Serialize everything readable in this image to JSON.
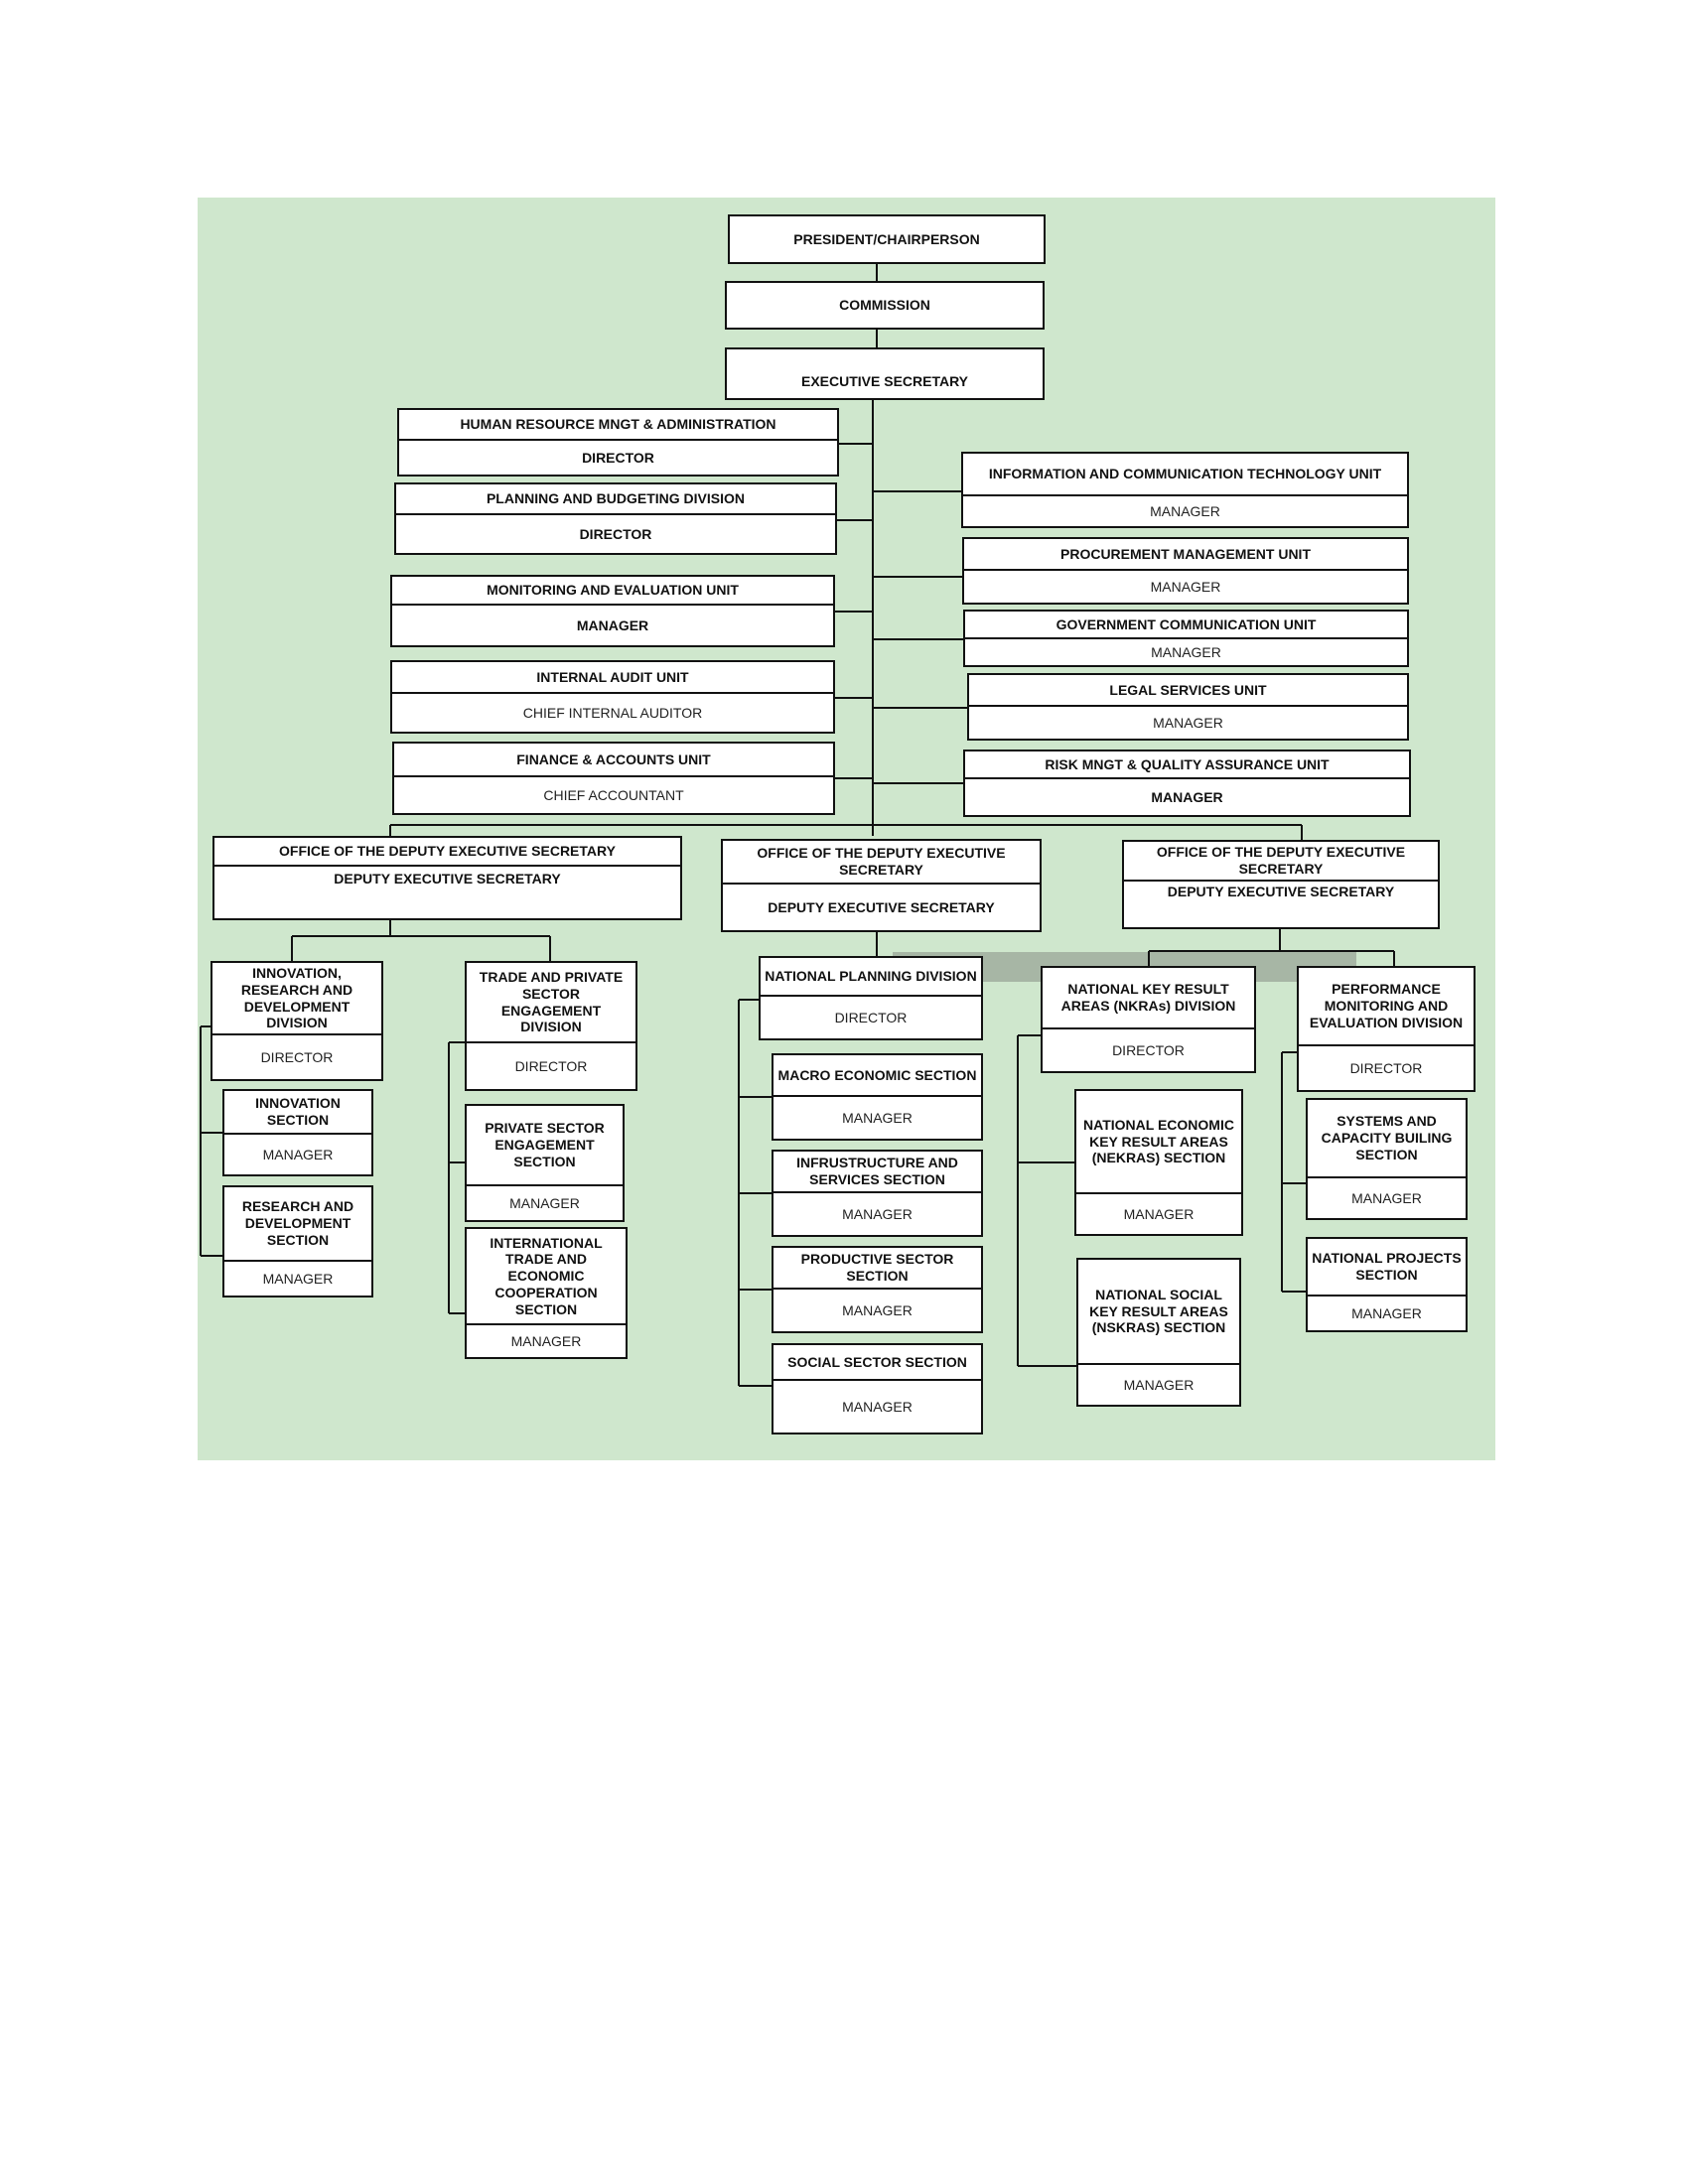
{
  "colors": {
    "background": "#cfe7cd",
    "box_fill": "#ffffff",
    "stroke": "#111111",
    "band": "#a7b6a5"
  },
  "president": {
    "title": "PRESIDENT/CHAIRPERSON"
  },
  "commission": {
    "title": "COMMISSION"
  },
  "executive_secretary": {
    "title": "EXECUTIVE SECRETARY"
  },
  "left_units": [
    {
      "title": "HUMAN RESOURCE MNGT & ADMINISTRATION",
      "head": "DIRECTOR"
    },
    {
      "title": "PLANNING AND BUDGETING DIVISION",
      "head": "DIRECTOR"
    },
    {
      "title": "MONITORING AND EVALUATION UNIT",
      "head": "MANAGER"
    },
    {
      "title": "INTERNAL AUDIT UNIT",
      "head": "CHIEF INTERNAL AUDITOR"
    },
    {
      "title": "FINANCE & ACCOUNTS UNIT",
      "head": "CHIEF ACCOUNTANT"
    }
  ],
  "right_units": [
    {
      "title": "INFORMATION AND COMMUNICATION TECHNOLOGY UNIT",
      "head": "MANAGER"
    },
    {
      "title": "PROCUREMENT MANAGEMENT UNIT",
      "head": "MANAGER"
    },
    {
      "title": "GOVERNMENT COMMUNICATION UNIT",
      "head": "MANAGER"
    },
    {
      "title": "LEGAL SERVICES UNIT",
      "head": "MANAGER"
    },
    {
      "title": "RISK MNGT & QUALITY ASSURANCE UNIT",
      "head": "MANAGER"
    }
  ],
  "deputies": [
    {
      "title": "OFFICE OF THE DEPUTY EXECUTIVE SECRETARY",
      "head": "DEPUTY EXECUTIVE SECRETARY"
    },
    {
      "title": "OFFICE OF THE DEPUTY EXECUTIVE SECRETARY",
      "head": "DEPUTY EXECUTIVE SECRETARY"
    },
    {
      "title": "OFFICE OF THE DEPUTY EXECUTIVE SECRETARY",
      "head": "DEPUTY EXECUTIVE SECRETARY"
    }
  ],
  "divisions": [
    {
      "title": "INNOVATION, RESEARCH AND DEVELOPMENT DIVISION",
      "head": "DIRECTOR",
      "sections": [
        {
          "title": "INNOVATION SECTION",
          "head": "MANAGER"
        },
        {
          "title": "RESEARCH AND DEVELOPMENT SECTION",
          "head": "MANAGER"
        }
      ]
    },
    {
      "title": "TRADE AND PRIVATE SECTOR ENGAGEMENT DIVISION",
      "head": "DIRECTOR",
      "sections": [
        {
          "title": "PRIVATE SECTOR ENGAGEMENT SECTION",
          "head": "MANAGER"
        },
        {
          "title": "INTERNATIONAL TRADE AND ECONOMIC COOPERATION SECTION",
          "head": "MANAGER"
        }
      ]
    },
    {
      "title": "NATIONAL PLANNING DIVISION",
      "head": "DIRECTOR",
      "sections": [
        {
          "title": "MACRO ECONOMIC SECTION",
          "head": "MANAGER"
        },
        {
          "title": "INFRUSTRUCTURE AND SERVICES SECTION",
          "head": "MANAGER"
        },
        {
          "title": "PRODUCTIVE SECTOR SECTION",
          "head": "MANAGER"
        },
        {
          "title": "SOCIAL SECTOR SECTION",
          "head": "MANAGER"
        }
      ]
    },
    {
      "title": "NATIONAL KEY RESULT AREAS (NKRAs) DIVISION",
      "head": "DIRECTOR",
      "sections": [
        {
          "title": "NATIONAL ECONOMIC KEY RESULT AREAS (NEKRAS) SECTION",
          "head": "MANAGER"
        },
        {
          "title": "NATIONAL SOCIAL KEY RESULT AREAS (NSKRAS) SECTION",
          "head": "MANAGER"
        }
      ]
    },
    {
      "title": "PERFORMANCE MONITORING AND EVALUATION DIVISION",
      "head": "DIRECTOR",
      "sections": [
        {
          "title": "SYSTEMS AND CAPACITY BUILING SECTION",
          "head": "MANAGER"
        },
        {
          "title": "NATIONAL PROJECTS SECTION",
          "head": "MANAGER"
        }
      ]
    }
  ]
}
